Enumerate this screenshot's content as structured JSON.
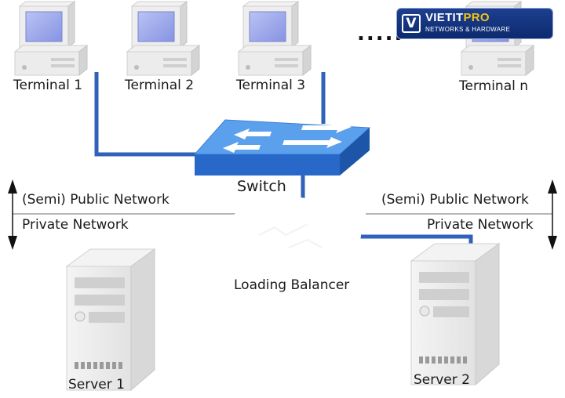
{
  "terminals": [
    {
      "label": "Terminal 1"
    },
    {
      "label": "Terminal 2"
    },
    {
      "label": "Terminal 3"
    },
    {
      "label": "Terminal n"
    }
  ],
  "ellipsis": ".....",
  "switch_label": "Switch",
  "network": {
    "public_left": "(Semi) Public Network",
    "private_left": "Private Network",
    "public_right": "(Semi) Public Network",
    "private_right": "Private Network"
  },
  "load_balancer_label": "Loading Balancer",
  "servers": [
    {
      "label": "Server 1"
    },
    {
      "label": "Server 2"
    }
  ],
  "logo": {
    "name": "VIETIT",
    "name_accent": "PRO",
    "tagline": "NETWORKS & HARDWARE"
  },
  "colors": {
    "link": "#2f62b8",
    "switch_top": "#5aa0ec",
    "switch_front": "#2868c8",
    "device_body": "#eeeeee",
    "screen": "#9aa6ea",
    "logo_bg": "#173a86"
  }
}
